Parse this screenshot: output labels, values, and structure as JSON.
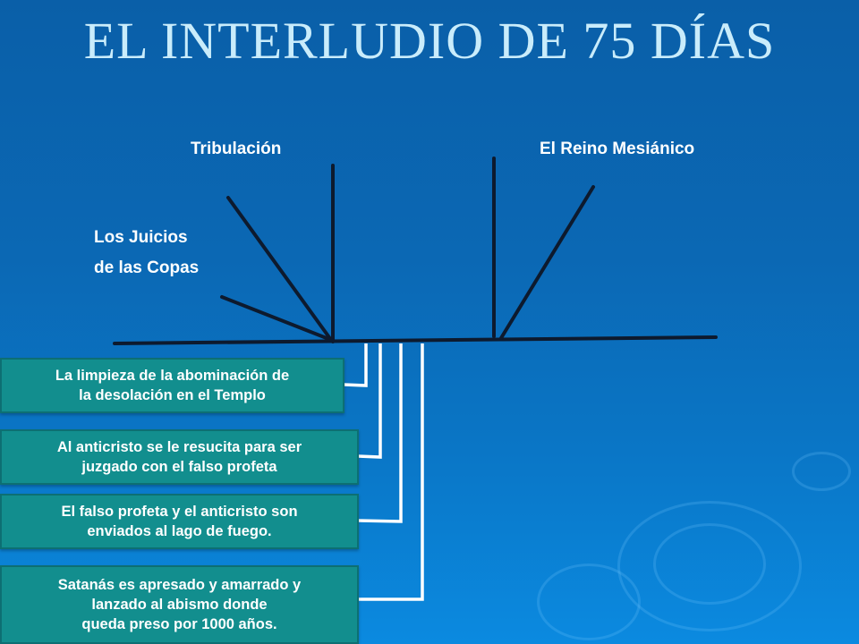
{
  "title": "EL INTERLUDIO DE 75 DÍAS",
  "labels": {
    "tribulacion": "Tribulación",
    "reino": "El Reino Mesiánico",
    "juicios_line1": "Los Juicios",
    "juicios_line2": "de las Copas"
  },
  "events": [
    {
      "line1": "La limpieza de la abominación de",
      "line2": "la desolación en el Templo"
    },
    {
      "line1": "Al anticristo se le resucita para ser",
      "line2": "juzgado con el falso profeta"
    },
    {
      "line1": "El falso profeta y el anticristo son",
      "line2": "enviados al lago de fuego."
    },
    {
      "line1": "Satanás es apresado y amarrado y",
      "line2": "lanzado al abismo donde",
      "line3": "queda preso por 1000 años."
    }
  ],
  "colors": {
    "background": "#0b68b4",
    "title": "#c9ecfb",
    "box_fill": "#128e8e",
    "connector": "#ffffff",
    "timeline": "#0d1a2e"
  }
}
